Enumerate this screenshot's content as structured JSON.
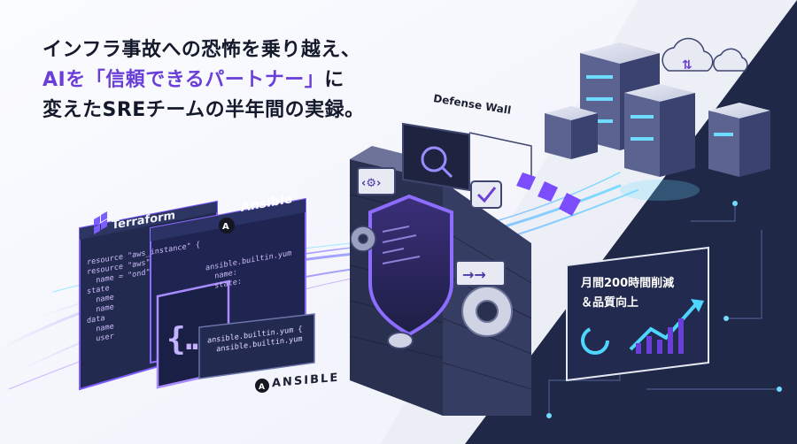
{
  "headline": {
    "line1": "インフラ事故への恐怖を乗り越え、",
    "line2_pre": "AIを",
    "line2_highlight": "「信頼できるパートナー」",
    "line2_post": "に",
    "line3": "変えたSREチームの半年間の実録。"
  },
  "labels": {
    "terraform": "Terraform",
    "ansible": "Ansible",
    "ansible_logo": "ANSIBLE",
    "defense_wall": "Defense Wall",
    "metric_line1": "月間200時間削減",
    "metric_line2": "＆品質向上"
  },
  "code": {
    "terraform": [
      "resource \"aws_instance\" {",
      "resource \"aws\"",
      "  name = \"ond\"",
      "",
      "state",
      "  name",
      "  name",
      "",
      "data",
      "  name",
      "  user"
    ],
    "ansible": [
      "ansible.builtin.yum",
      "  name: ",
      "  state:",
      "",
      "",
      "",
      "",
      "",
      ""
    ],
    "ansible_card": [
      "ansible.builtin.yum {",
      "  ansible.builtin.yum"
    ]
  },
  "colors": {
    "accent": "#6a3fd8",
    "navy": "#1b2440",
    "panel": "#222b4a",
    "glow": "#7c5cff",
    "cyan": "#4fd6ff"
  }
}
